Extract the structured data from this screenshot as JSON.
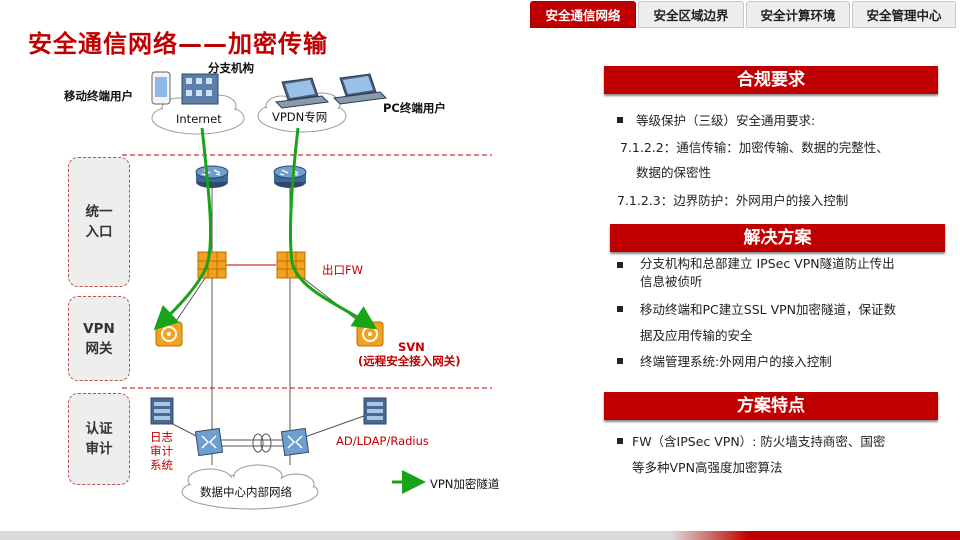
{
  "tabs": [
    {
      "label": "安全通信网络",
      "active": true
    },
    {
      "label": "安全区域边界",
      "active": false
    },
    {
      "label": "安全计算环境",
      "active": false
    },
    {
      "label": "安全管理中心",
      "active": false
    }
  ],
  "title": "安全通信网络——加密传输",
  "diagram": {
    "branch_label": "分支机构",
    "mobile_label": "移动终端用户",
    "pc_label": "PC终端用户",
    "internet_label": "Internet",
    "vpdn_label": "VPDN专网",
    "zones": [
      "统一入口",
      "VPN网关",
      "认证审计"
    ],
    "fw_label": "出口FW",
    "svn_label": "SVN",
    "svn_sub_label": "(远程安全接入网关)",
    "log_label": "日志审计系统",
    "ad_label": "AD/LDAP/Radius",
    "dc_label": "数据中心内部网络",
    "legend_label": "VPN加密隧道"
  },
  "compliance": {
    "header": "合规要求",
    "bullet": "等级保护（三级）安全通用要求:",
    "item1": "7.1.2.2：通信传输：加密传输、数据的完整性、",
    "item1b": "数据的保密性",
    "item2": "7.1.2.3：边界防护：外网用户的接入控制"
  },
  "solution": {
    "header": "解决方案",
    "b1": "分支机构和总部建立 IPSec VPN隧道防止传出",
    "b1b": "信息被侦听",
    "b2": "移动终端和PC建立SSL VPN加密隧道，保证数",
    "b2b": "据及应用传输的安全",
    "b3": "终端管理系统:外网用户的接入控制"
  },
  "features": {
    "header": "方案特点",
    "b1": "FW（含IPSec VPN）: 防火墙支持商密、国密",
    "b1b": "等多种VPN高强度加密算法"
  },
  "colors": {
    "accent": "#c00000",
    "tunnel": "#19a319",
    "zone_border": "#c0504d"
  }
}
